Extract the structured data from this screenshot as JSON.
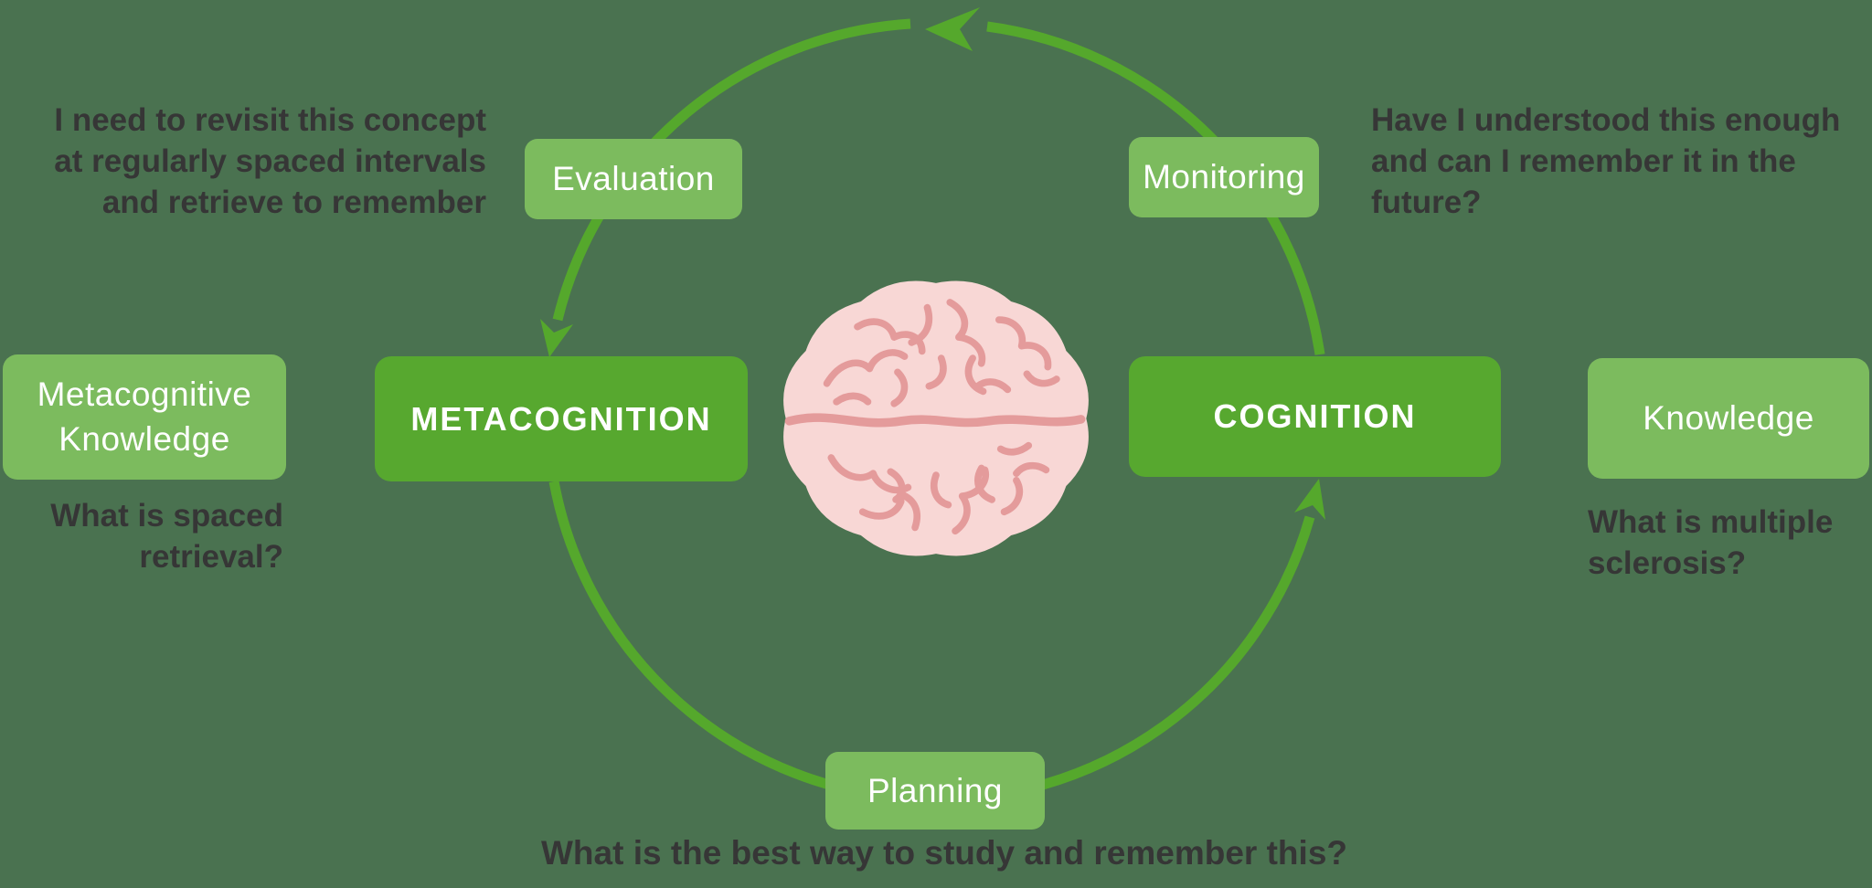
{
  "colors": {
    "background": "#4a7250",
    "box_dark": "#57a82f",
    "box_light": "#7cbb5e",
    "arc": "#55a82c",
    "text_dark": "#363636",
    "text_light": "#ffffff",
    "brain_fill": "#f8d7d5",
    "brain_line": "#e49b9b"
  },
  "diagram": {
    "cycle_stages": {
      "evaluation": "Evaluation",
      "monitoring": "Monitoring",
      "planning": "Planning"
    },
    "core_boxes": {
      "metacognition": "METACOGNITION",
      "cognition": "COGNITION"
    },
    "side_boxes": {
      "metacognitive_knowledge": "Metacognitive Knowledge",
      "knowledge": "Knowledge"
    },
    "annotations": {
      "evaluation_note": {
        "lines": [
          "I need to revisit this concept",
          "at regularly spaced intervals",
          "and retrieve to remember"
        ]
      },
      "monitoring_note": {
        "lines": [
          "Have I understood this enough",
          "and can I remember it in the",
          "future?"
        ]
      },
      "metacognitive_knowledge_note": {
        "lines": [
          "What is spaced",
          "retrieval?"
        ]
      },
      "knowledge_note": {
        "lines": [
          "What is multiple",
          "sclerosis?"
        ]
      },
      "planning_note": {
        "lines": [
          "What is the best way to study and remember this?"
        ]
      }
    }
  }
}
